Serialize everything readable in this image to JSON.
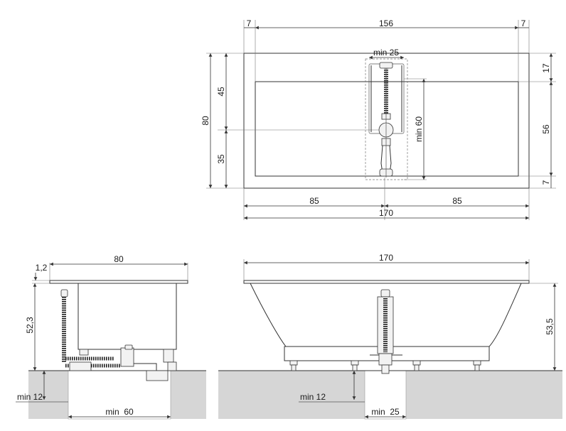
{
  "top_view": {
    "dim_rim_left": "7",
    "dim_inner_length": "156",
    "dim_rim_right": "7",
    "dim_min_25": "min 25",
    "dim_right_top": "17",
    "dim_right_inner": "56",
    "dim_right_bottom": "7",
    "dim_width_80": "80",
    "dim_upper_45": "45",
    "dim_lower_35": "35",
    "dim_min_60": "min 60",
    "dim_half_left": "85",
    "dim_half_right": "85",
    "dim_total_length": "170"
  },
  "side_view": {
    "dim_rim_thickness": "1,2",
    "dim_width_80": "80",
    "dim_height": "52,3",
    "dim_pit_depth": "min 12",
    "dim_pit_width": "min  60"
  },
  "front_view": {
    "dim_total_length": "170",
    "dim_height": "53,5",
    "dim_pit_depth": "min 12",
    "dim_pit_width": "min  25"
  },
  "colors": {
    "line": "#333333",
    "ground": "#d6d6d6",
    "text": "#1a1a1a"
  }
}
